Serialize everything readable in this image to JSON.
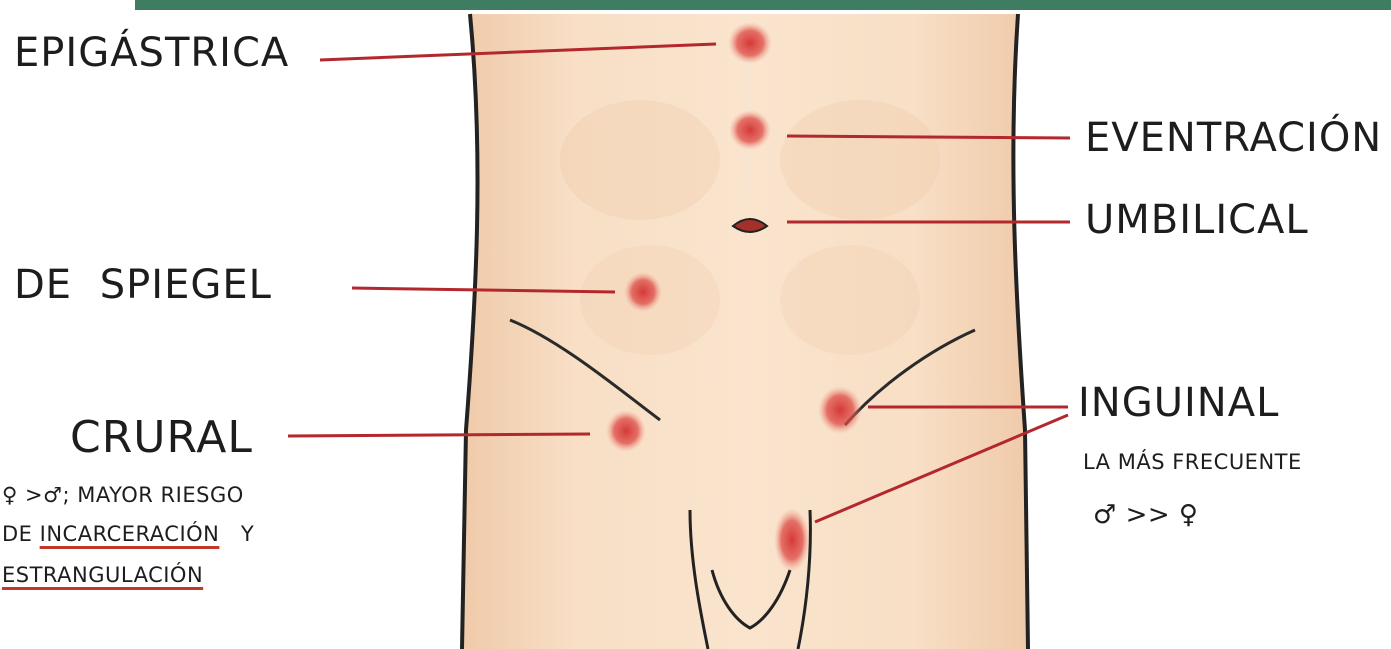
{
  "labels": {
    "epigastrica": "EPIGÁSTRICA",
    "eventracion": "EVENTRACIÓN",
    "umbilical": "UMBILICAL",
    "spiegel": "DE SPIEGEL",
    "crural": "CRURAL",
    "crural_note_line1": "♀ >♂; MAYOR RIESGO",
    "crural_note_de": "DE",
    "crural_note_incarceracion": "INCARCERACIÓN",
    "crural_note_y": "Y",
    "crural_note_estrangulacion": "ESTRANGULACIÓN",
    "inguinal": "INGUINAL",
    "inguinal_note": "LA MÁS FRECUENTE",
    "inguinal_ratio": "♂ >> ♀"
  },
  "colors": {
    "header_bar": "#3f7d62",
    "skin": "#f6d9bd",
    "hernia_spot": "#d9383a",
    "leader_line": "#b3282d",
    "outline": "#222222",
    "underline": "#c0392b"
  }
}
